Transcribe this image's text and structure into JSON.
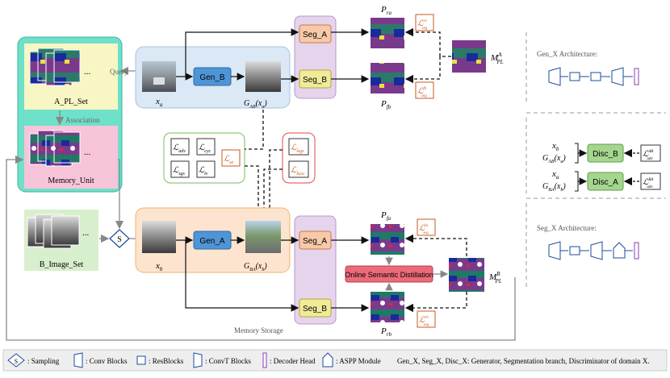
{
  "memory": {
    "a_pl_set": "A_PL_Set",
    "association": "Association",
    "memory_unit": "Memory_Unit",
    "b_image_set": "B_Image_Set",
    "query": "Query",
    "memory_storage": "Memory Storage",
    "ellipsis": "..."
  },
  "top": {
    "xa": "x",
    "xa_sub": "a",
    "gen_b": "Gen_B",
    "gab": "G",
    "gab_sub": "AB",
    "gab_arg": "(x",
    "gab_arg_sub": "a",
    "gab_close": ")",
    "seg_a": "Seg_A",
    "seg_b": "Seg_B",
    "p_ra": "P",
    "p_ra_sub": "ra",
    "p_fb": "P",
    "p_fb_sub": "fb",
    "m_a": "M",
    "m_a_sup": "A",
    "m_a_sub": "PL"
  },
  "bottom": {
    "xb": "x",
    "xb_sub": "b",
    "gen_a": "Gen_A",
    "gba": "G",
    "gba_sub": "BA",
    "gba_arg": "(x",
    "gba_arg_sub": "b",
    "gba_close": ")",
    "seg_a": "Seg_A",
    "seg_b": "Seg_B",
    "p_fa": "P",
    "p_fa_sub": "fa",
    "p_rb": "P",
    "p_rb_sub": "rb",
    "m_b": "M",
    "m_b_sup": "B",
    "m_b_sub": "PL",
    "osd": "Online Semantic Distillation"
  },
  "losses": {
    "adv": "adv",
    "cyc": "cyc",
    "sgs": "sgs",
    "tv": "tv",
    "se": "se",
    "lsgs": "lsgs",
    "lscu": "lscu",
    "seg_ra": "seg",
    "seg_ra_sup": "ra",
    "seg_fb": "seg",
    "seg_fb_sup": "fb",
    "seg_fa": "seg",
    "seg_fa_sup": "fa",
    "seg_rb": "seg",
    "seg_rb_sup": "rb"
  },
  "right": {
    "gen_title": "Gen_X Architecture:",
    "seg_title": "Seg_X Architecture:",
    "xb": "x",
    "xb_sub": "b",
    "gab": "G",
    "gab_sub": "AB",
    "gab_arg": "(x",
    "gab_arg_sub": "a",
    "gab_close": ")",
    "disc_b": "Disc_B",
    "adv_ab": "adv",
    "adv_ab_sup": "AB",
    "xa": "x",
    "xa_sub": "a",
    "gba": "G",
    "gba_sub": "BA",
    "gba_arg": "(x",
    "gba_arg_sub": "b",
    "gba_close": ")",
    "disc_a": "Disc_A",
    "adv_ba": "adv",
    "adv_ba_sup": "BA"
  },
  "legend": {
    "s": "S",
    "sampling": ": Sampling",
    "conv": ": Conv Blocks",
    "res": ": ResBlocks",
    "convt": ": ConvT Blocks",
    "decoder": ": Decoder Head",
    "aspp": ": ASPP Module",
    "desc": "Gen_X, Seg_X, Disc_X: Generator, Segmentation branch, Discriminator of domain X."
  },
  "colors": {
    "memory_bg": "#6fe0c9",
    "a_pl_bg": "#f7f6c4",
    "memory_unit_bg": "#f7c4da",
    "b_image_bg": "#d8efcd",
    "top_bg": "#dbe8f5",
    "bottom_bg": "#fce4cf",
    "seg_col": "#e5d4ec",
    "seg_a_fill": "#f8c9a8",
    "seg_b_fill": "#f1ea99",
    "gen_fill": "#4f95d6",
    "osd_fill": "#ec6a7a",
    "disc_fill": "#a5d68f",
    "loss_green": "#79bd58",
    "loss_red": "#e24a4a",
    "accent_orange": "#c85a1c"
  }
}
